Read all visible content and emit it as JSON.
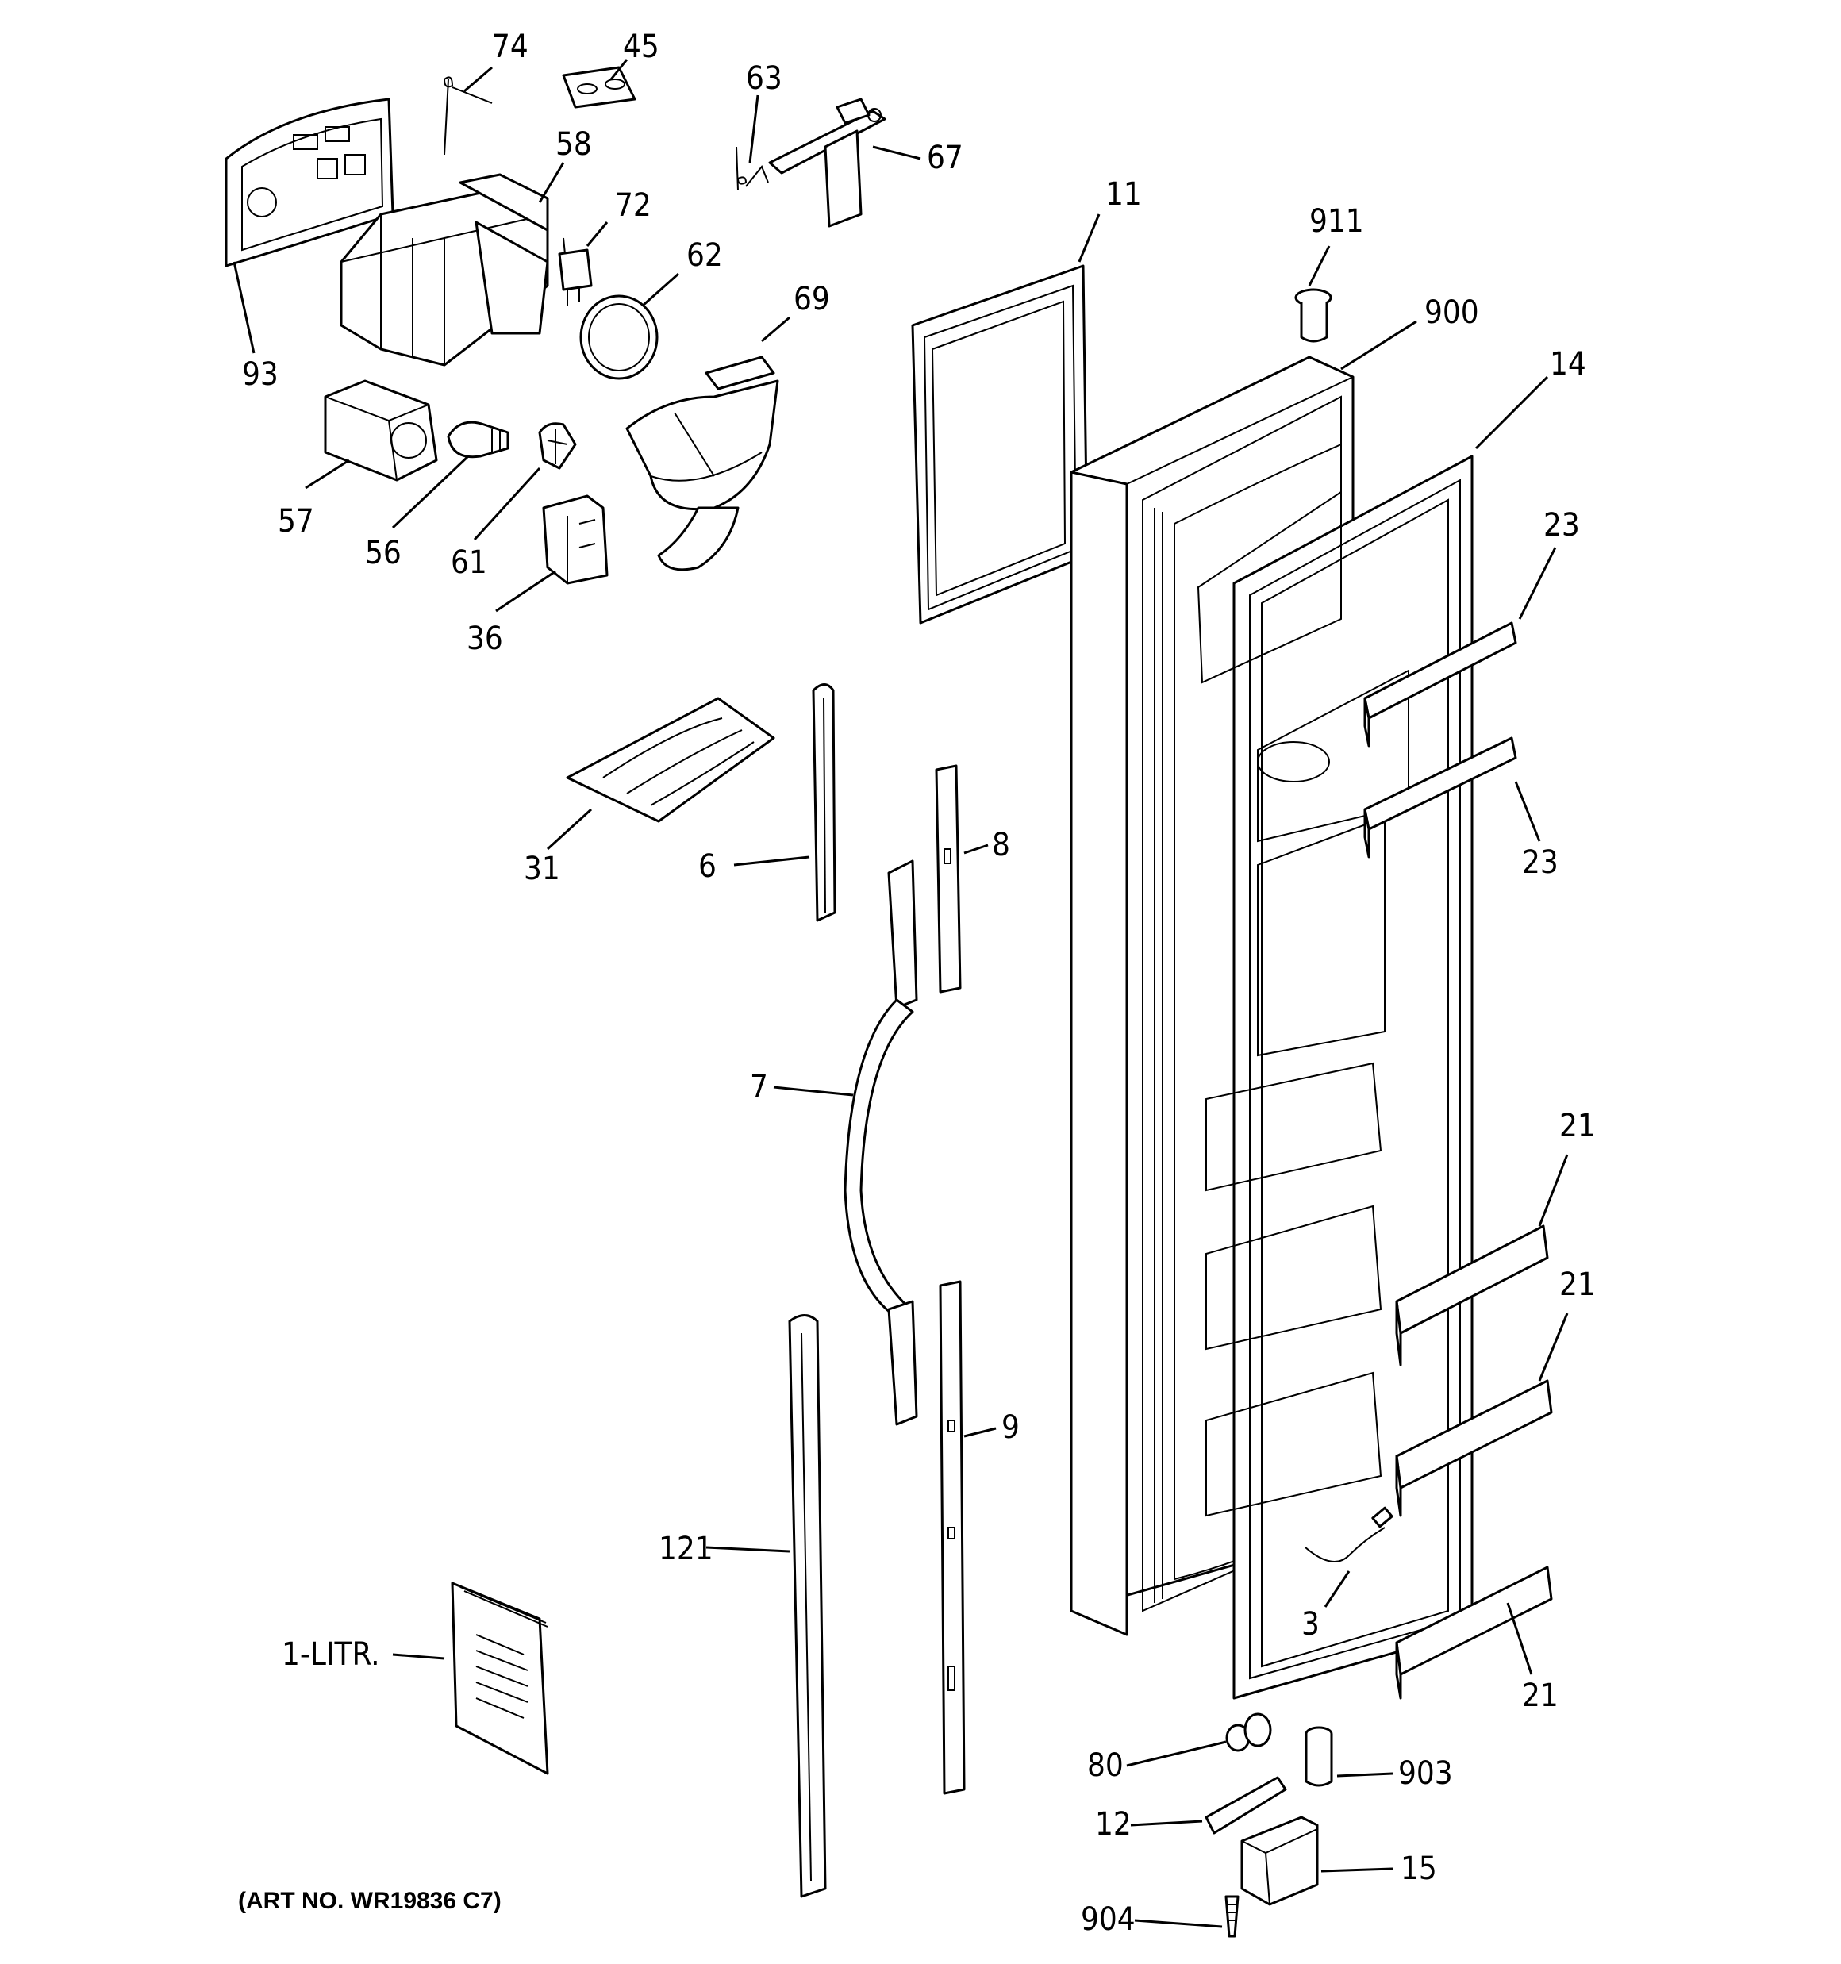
{
  "diagram": {
    "labels": {
      "l74": "74",
      "l45": "45",
      "l63": "63",
      "l67": "67",
      "l58": "58",
      "l72": "72",
      "l62": "62",
      "l69": "69",
      "l93": "93",
      "l57": "57",
      "l56": "56",
      "l61": "61",
      "l36": "36",
      "l11": "11",
      "l911": "911",
      "l900": "900",
      "l14": "14",
      "l23a": "23",
      "l23b": "23",
      "l31": "31",
      "l6": "6",
      "l8": "8",
      "l7": "7",
      "l9": "9",
      "l121": "121",
      "l1litr": "1-LITR.",
      "l21a": "21",
      "l21b": "21",
      "l21c": "21",
      "l3": "3",
      "l80": "80",
      "l903": "903",
      "l12": "12",
      "l15": "15",
      "l904": "904"
    },
    "caption": "(ART NO. WR19836 C7)"
  }
}
